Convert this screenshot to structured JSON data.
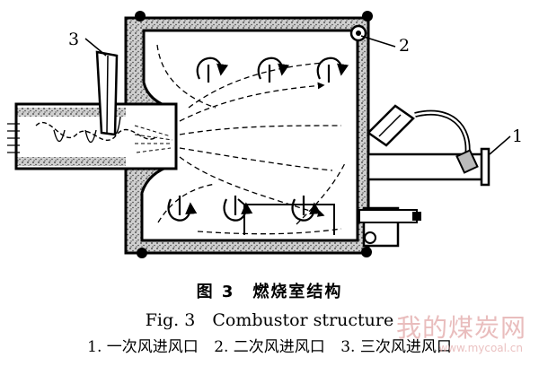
{
  "labels": {
    "l1": "1",
    "l2": "2",
    "l3": "3"
  },
  "caption": {
    "cn": "图 3　燃烧室结构",
    "en": "Fig. 3　Combustor structure",
    "legend": [
      "1. 一次风进风口",
      "2. 二次风进风口",
      "3. 三次风进风口"
    ]
  },
  "watermark": {
    "text": "我的煤炭网",
    "url": "www.mycoal.cn"
  }
}
